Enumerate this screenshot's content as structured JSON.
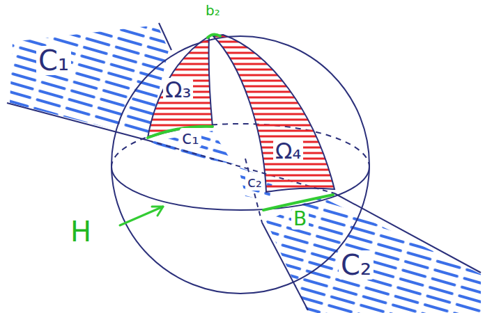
{
  "diagram": {
    "labels": [
      "b₂",
      "C₁",
      "Ω₃",
      "c₁",
      "Ω₄",
      "c₂",
      "H",
      "B",
      "C₂"
    ]
  }
}
